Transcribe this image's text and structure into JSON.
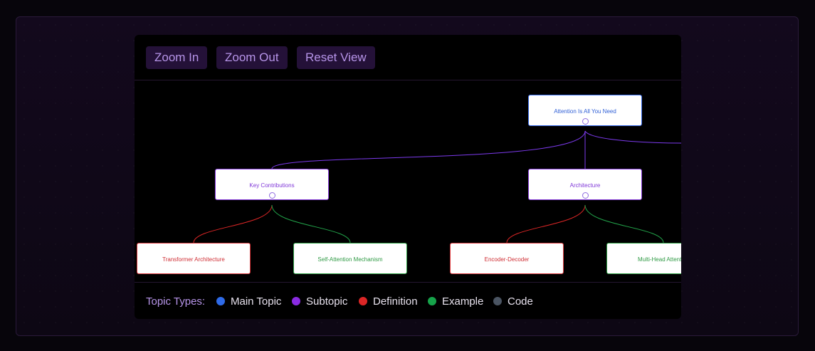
{
  "toolbar": {
    "zoom_in": "Zoom In",
    "zoom_out": "Zoom Out",
    "reset_view": "Reset View"
  },
  "mindmap": {
    "root": {
      "label": "Attention Is All You Need",
      "type": "main"
    },
    "subtopics": [
      {
        "label": "Key Contributions",
        "type": "subtopic"
      },
      {
        "label": "Architecture",
        "type": "subtopic"
      }
    ],
    "leaves": [
      {
        "label": "Transformer Architecture",
        "type": "definition"
      },
      {
        "label": "Self-Attention Mechanism",
        "type": "example"
      },
      {
        "label": "Encoder-Decoder",
        "type": "definition"
      },
      {
        "label": "Multi-Head Attention",
        "type": "example"
      }
    ]
  },
  "legend": {
    "title": "Topic Types:",
    "items": [
      {
        "label": "Main Topic",
        "color": "#2f6be8"
      },
      {
        "label": "Subtopic",
        "color": "#8a2be2"
      },
      {
        "label": "Definition",
        "color": "#dc2626"
      },
      {
        "label": "Example",
        "color": "#16a34a"
      },
      {
        "label": "Code",
        "color": "#4b5563"
      }
    ]
  },
  "colors": {
    "accent": "#b694e8",
    "button_bg": "#241138",
    "edge_subtopic": "#7c3aed",
    "edge_definition": "#dc2626",
    "edge_example": "#22a34a"
  }
}
